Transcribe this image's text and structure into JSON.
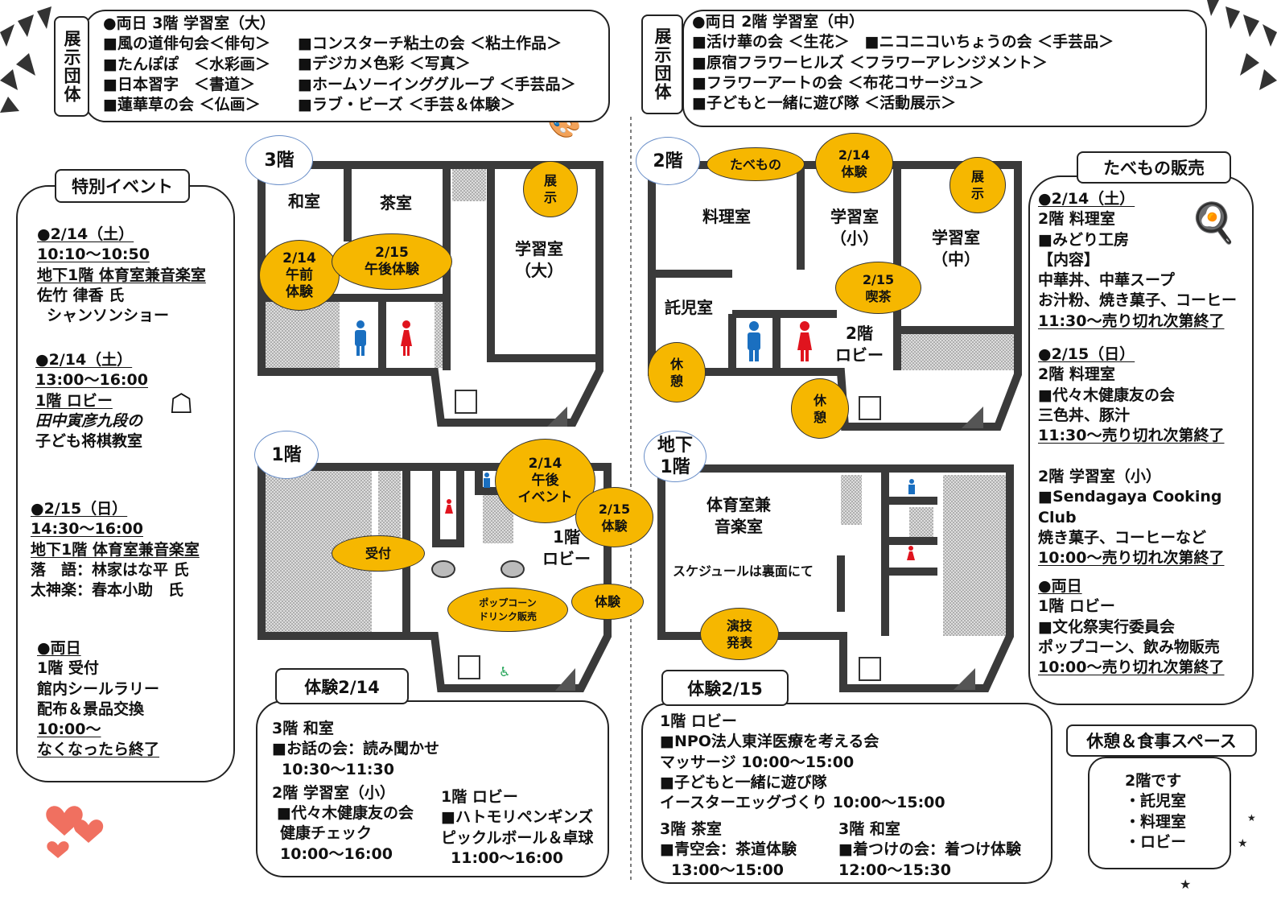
{
  "exhibitors_left": {
    "tag": "展示団体",
    "header": "●両日 3階 学習室（大）",
    "col1": [
      "■風の道俳句会＜俳句＞",
      "■たんぽぽ　＜水彩画＞",
      "■日本習字　＜書道＞",
      "■蓮華草の会 ＜仏画＞"
    ],
    "col2": [
      "■コンスターチ粘土の会 ＜粘土作品＞",
      "■デジカメ色彩 ＜写真＞",
      "■ホームソーインググループ ＜手芸品＞",
      "■ラブ・ビーズ ＜手芸＆体験＞"
    ]
  },
  "exhibitors_right": {
    "tag": "展示団体",
    "header": "●両日 2階 学習室（中）",
    "lines": [
      "■活け華の会 ＜生花＞　■ニコニコいちょうの会 ＜手芸品＞",
      "■原宿フラワーヒルズ ＜フラワーアレンジメント＞",
      "■フラワーアートの会 ＜布花コサージュ＞",
      "■子どもと一緒に遊び隊 ＜活動展示＞"
    ]
  },
  "special_events": {
    "title": "特別イベント",
    "e1": [
      "●2/14（土）",
      "10:10～10:50",
      "地下1階 体育室兼音楽室",
      "佐竹 律香 氏",
      "シャンソンショー"
    ],
    "e2": [
      "●2/14（土）",
      "13:00～16:00",
      "1階 ロビー",
      "田中寅彦九段の",
      "子ども将棋教室"
    ],
    "e3": [
      "●2/15（日）",
      "14:30～16:00",
      "地下1階 体育室兼音楽室",
      "落　語：林家はな平 氏",
      "太神楽：春本小助　氏"
    ],
    "e4": [
      "●両日",
      "1階 受付",
      "館内シールラリー",
      "配布＆景品交換",
      "10:00～",
      "なくなったら終了"
    ]
  },
  "floors": {
    "f3": {
      "label": "3階",
      "rooms": [
        "和室",
        "茶室",
        "学習室",
        "（大）"
      ],
      "bubbles": {
        "exhibit": [
          "展",
          "示"
        ],
        "am": [
          "2/14",
          "午前",
          "体験"
        ],
        "pm": [
          "2/15",
          "午後体験"
        ]
      }
    },
    "f2": {
      "label": "2階",
      "rooms": [
        "料理室",
        "学習室",
        "（小）",
        "学習室",
        "（中）",
        "託児室",
        "2階",
        "ロビー"
      ],
      "bubbles": {
        "food": [
          "たべもの"
        ],
        "exp": [
          "2/14",
          "体験"
        ],
        "exhibit": [
          "展",
          "示"
        ],
        "cafe": [
          "2/15",
          "喫茶"
        ],
        "rest1": [
          "休",
          "憩"
        ],
        "rest2": [
          "休",
          "憩"
        ]
      }
    },
    "f1": {
      "label": "1階",
      "rooms": [
        "1階",
        "ロビー"
      ],
      "bubbles": {
        "event": [
          "2/14",
          "午後",
          "イベント"
        ],
        "exp215": [
          "2/15",
          "体験"
        ],
        "reception": [
          "受付"
        ],
        "popcorn": [
          "ポップコーン",
          "ドリンク販売"
        ],
        "exp": [
          "体験"
        ]
      }
    },
    "b1": {
      "label": [
        "地下",
        "1階"
      ],
      "rooms": [
        "体育室兼",
        "音楽室",
        "スケジュールは裏面にて"
      ],
      "bubbles": {
        "perf": [
          "演技",
          "発表"
        ]
      }
    }
  },
  "exp214": {
    "title": "体験2/14",
    "col1": [
      "3階 和室",
      "■お話の会：読み聞かせ",
      "10:30～11:30",
      "2階 学習室（小）",
      "■代々木健康友の会",
      "健康チェック",
      "10:00～16:00"
    ],
    "col2": [
      "1階 ロビー",
      "■ハトモリペンギンズ",
      "ピックルボール＆卓球",
      "11:00～16:00"
    ]
  },
  "exp215": {
    "title": "体験2/15",
    "top": [
      "1階 ロビー",
      "■NPO法人東洋医療を考える会",
      "マッサージ 10:00～15:00",
      "■子どもと一緒に遊び隊",
      "イースターエッグづくり 10:00～15:00"
    ],
    "col1": [
      "3階 茶室",
      "■青空会：茶道体験",
      "13:00～15:00"
    ],
    "col2": [
      "3階 和室",
      "■着つけの会：着つけ体験",
      "12:00～15:30"
    ]
  },
  "food": {
    "title": "たべもの販売",
    "s1": [
      "●2/14（土）",
      "2階 料理室",
      "■みどり工房",
      "【内容】",
      "中華丼、中華スープ",
      "お汁粉、焼き菓子、コーヒー",
      "11:30～売り切れ次第終了"
    ],
    "s2": [
      "●2/15（日）",
      "2階 料理室",
      "■代々木健康友の会",
      "三色丼、豚汁",
      "11:30～売り切れ次第終了"
    ],
    "s3": [
      "2階 学習室（小）",
      "■Sendagaya Cooking",
      "Club",
      "焼き菓子、コーヒーなど",
      "10:00～売り切れ次第終了"
    ],
    "s4": [
      "●両日",
      "1階 ロビー",
      "■文化祭実行委員会",
      "ポップコーン、飲み物販売",
      "10:00～売り切れ次第終了"
    ]
  },
  "rest": {
    "title": "休憩＆食事スペース",
    "lines": [
      "2階です",
      "・託児室",
      "・料理室",
      "・ロビー"
    ]
  },
  "colors": {
    "bubble": "#f6b700",
    "wall": "#3a3a3a",
    "male": "#1a6fc0",
    "female": "#e0141e",
    "heart": "#f07060"
  }
}
